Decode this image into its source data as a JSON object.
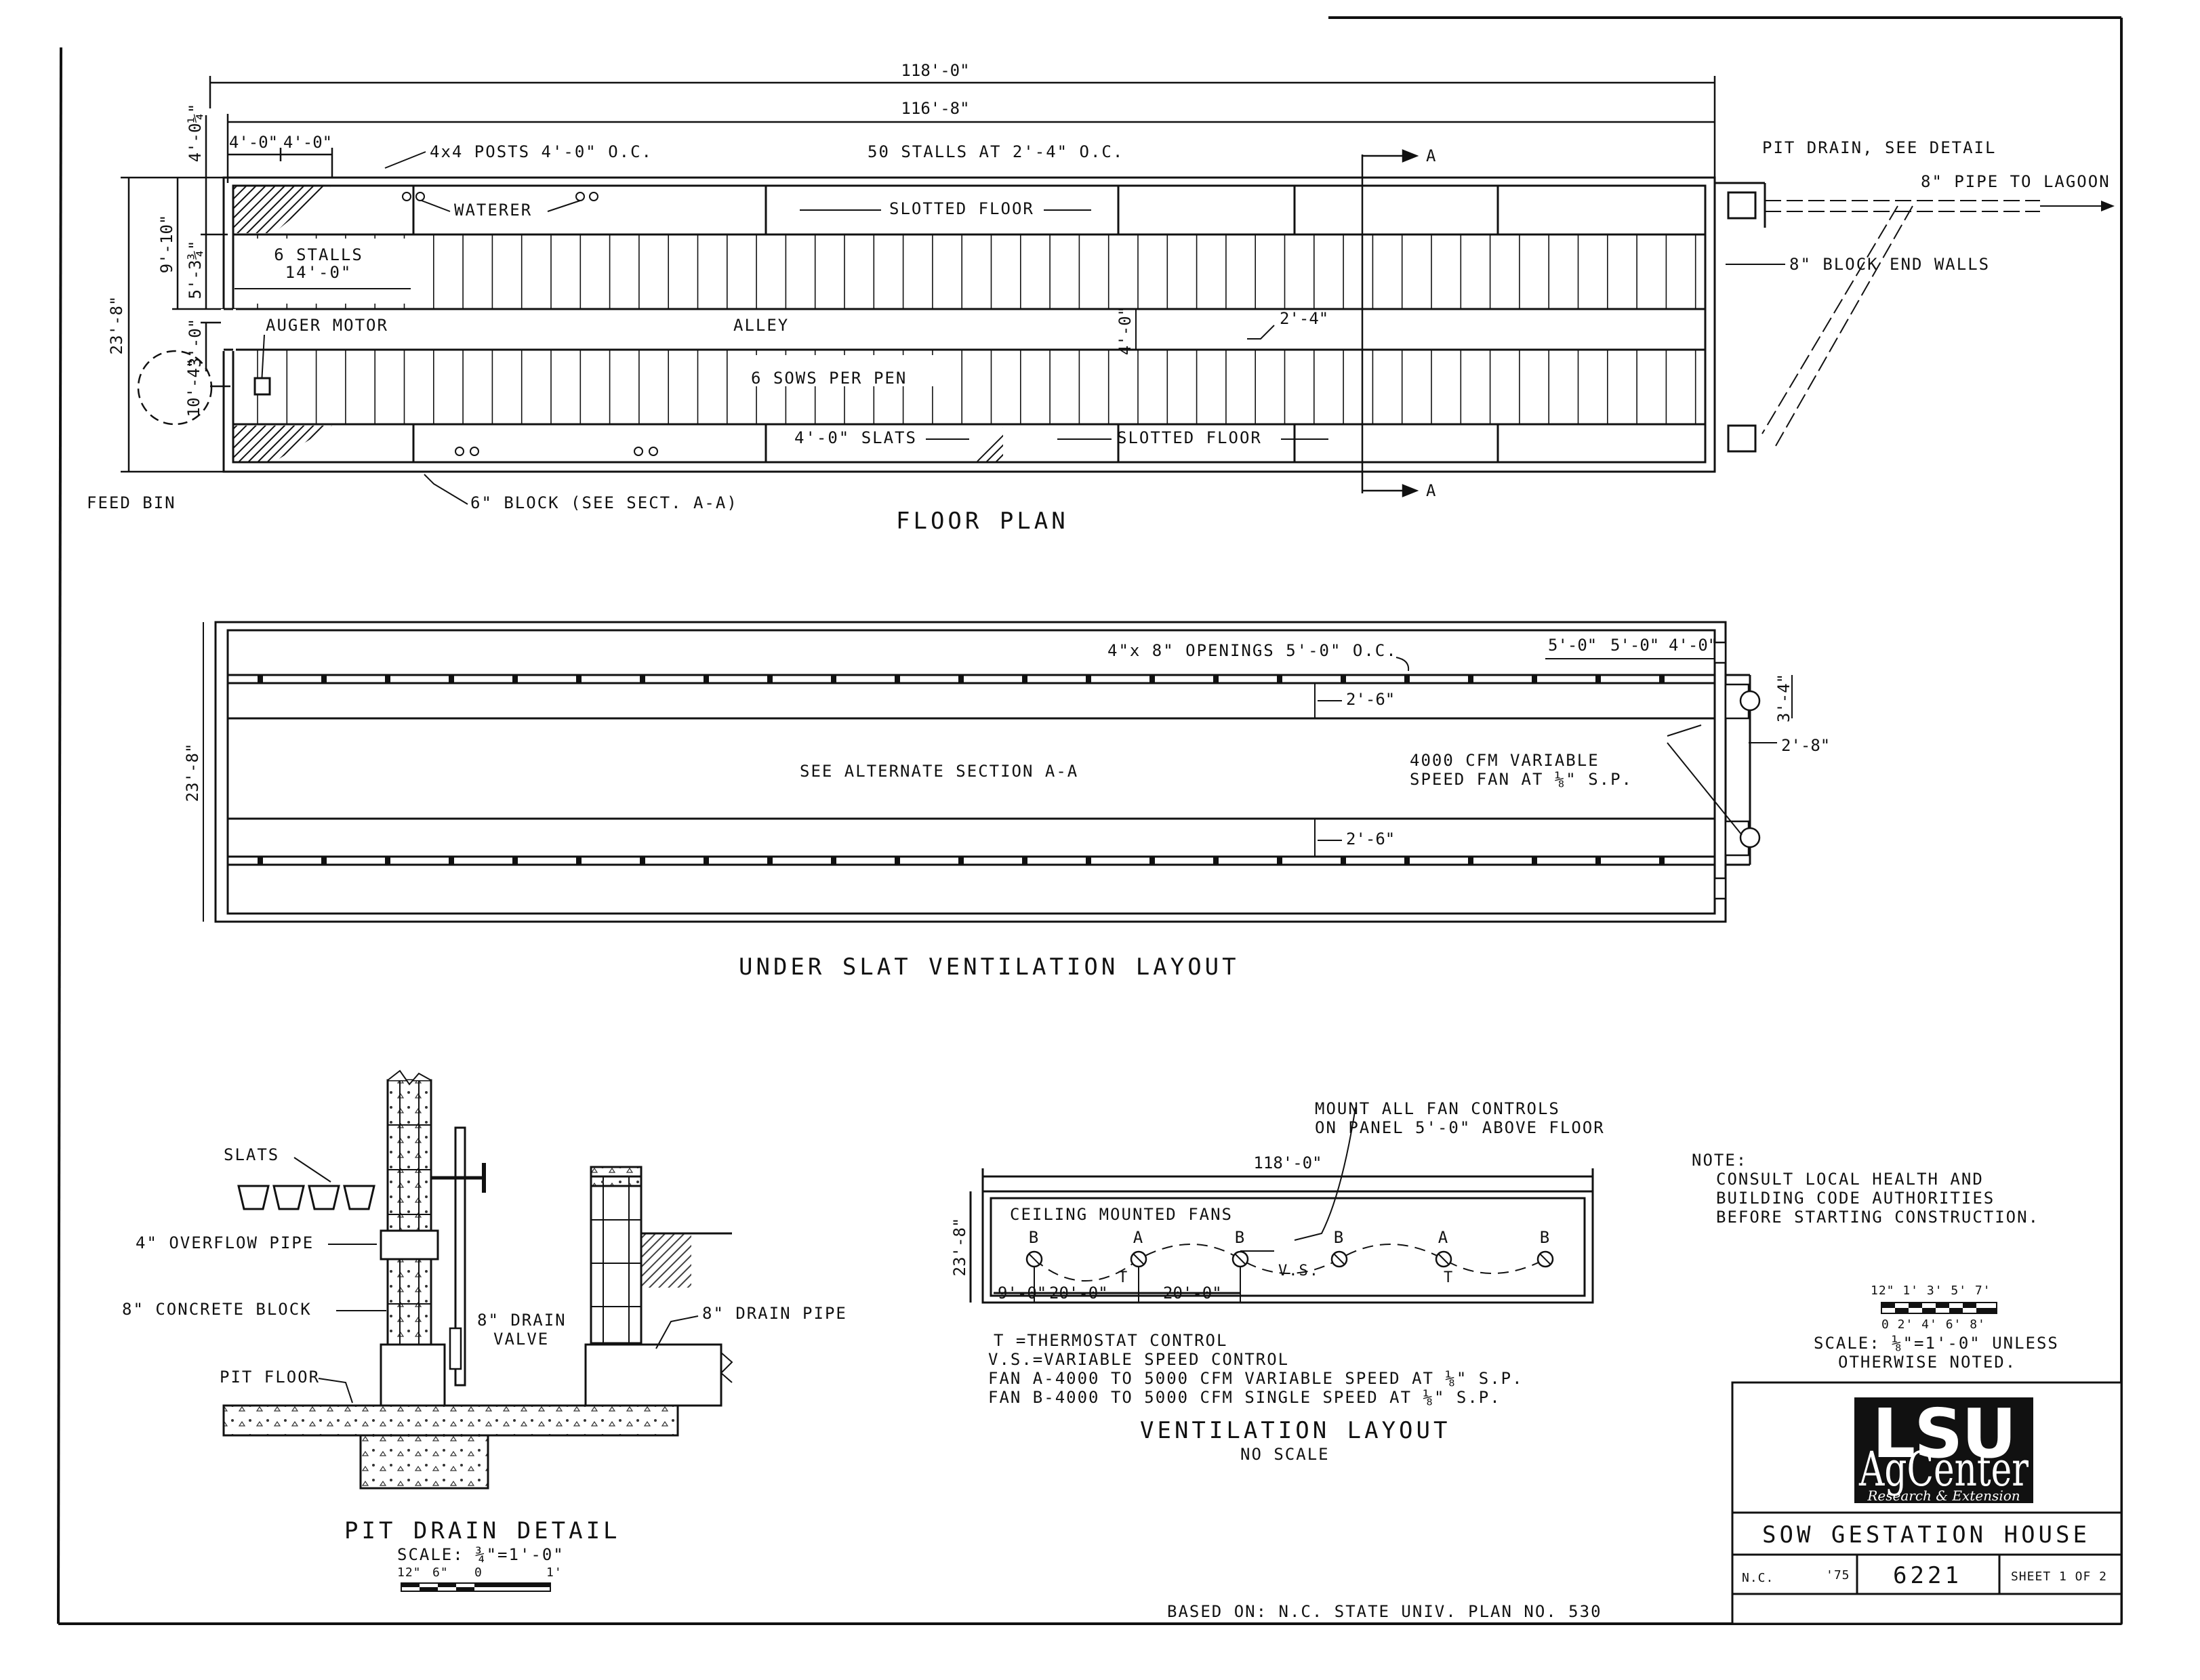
{
  "floor_plan": {
    "title": "FLOOR PLAN",
    "dim_overall": "118'-0\"",
    "dim_inner": "116'-8\"",
    "dim_4ft_a": "4'-0\"",
    "dim_4ft_b": "4'-0\"",
    "posts": "4x4 POSTS 4'-0\" O.C.",
    "stalls": "50 STALLS AT 2'-4\" O.C.",
    "section_a_top": "A",
    "section_a_bottom": "A",
    "pit_drain": "PIT DRAIN, SEE DETAIL",
    "pipe_lagoon": "8\" PIPE TO LAGOON",
    "end_walls": "8\" BLOCK END WALLS",
    "waterer": "WATERER",
    "slotted_floor_top": "SLOTTED FLOOR",
    "six_stalls": "6 STALLS",
    "six_stalls_len": "14'-0\"",
    "dim_9_10": "9'-10\"",
    "dim_5_3": "5'-3¾\"",
    "dim_3_0": "3'-0\"",
    "dim_23_8": "23'-8\"",
    "dim_4_0_quarter": "4'-0¼\"",
    "auger_motor": "AUGER MOTOR",
    "alley": "ALLEY",
    "alley_width": "4'-0\"",
    "stall_width": "2'-4\"",
    "sows_per_pen": "6 SOWS PER PEN",
    "bin_dia": "10'-4\"",
    "slats": "4'-0\" SLATS",
    "slotted_floor_bottom": "SLOTTED FLOOR",
    "feed_bin": "FEED BIN",
    "block": "6\" BLOCK (SEE SECT. A-A)"
  },
  "under_slat": {
    "title": "UNDER SLAT VENTILATION LAYOUT",
    "openings": "4\"x 8\" OPENINGS 5'-0\" O.C.",
    "dim_5a": "5'-0\"",
    "dim_5b": "5'-0\"",
    "dim_4": "4'-0\"",
    "dim_2_6_top": "2'-6\"",
    "dim_2_6_bottom": "2'-6\"",
    "dim_3_4": "3'-4\"",
    "dim_2_8": "2'-8\"",
    "dim_23_8": "23'-8\"",
    "see_alt": "SEE ALTERNATE SECTION A-A",
    "fan_line1": "4000 CFM VARIABLE",
    "fan_line2": "SPEED FAN AT ⅛\" S.P."
  },
  "pit_drain": {
    "title": "PIT DRAIN DETAIL",
    "scale": "SCALE: ¾\"=1'-0\"",
    "scale_12": "12\"",
    "scale_6": "6\"",
    "scale_0": "0",
    "scale_1": "1'",
    "slats": "SLATS",
    "overflow": "4\" OVERFLOW PIPE",
    "block": "8\" CONCRETE BLOCK",
    "pit_floor": "PIT FLOOR",
    "drain_valve_1": "8\" DRAIN",
    "drain_valve_2": "VALVE",
    "drain_pipe": "8\" DRAIN PIPE"
  },
  "ventilation": {
    "title": "VENTILATION LAYOUT",
    "subtitle": "NO SCALE",
    "mount_1": "MOUNT ALL FAN CONTROLS",
    "mount_2": "ON PANEL 5'-0\" ABOVE FLOOR",
    "dim_118": "118'-0\"",
    "dim_23_8": "23'-8\"",
    "ceiling_fans": "CEILING MOUNTED FANS",
    "fans": [
      "B",
      "A",
      "B",
      "B",
      "A",
      "B"
    ],
    "t_1": "T",
    "t_2": "T",
    "vs": "V.S.",
    "dim_9": "9'-0\"",
    "dim_20a": "20'-0\"",
    "dim_20b": "20'-0\"",
    "legend": [
      "T =THERMOSTAT CONTROL",
      "V.S.=VARIABLE SPEED CONTROL",
      "FAN A-4000 TO 5000 CFM VARIABLE SPEED AT ⅛\" S.P.",
      "FAN B-4000 TO 5000 CFM SINGLE SPEED AT ⅛\" S.P."
    ]
  },
  "note": {
    "label": "NOTE:",
    "lines": [
      "CONSULT LOCAL HEALTH AND",
      "BUILDING CODE AUTHORITIES",
      "BEFORE STARTING CONSTRUCTION."
    ]
  },
  "scale": {
    "ticks_top": "12\"  1'  3'  5'  7'",
    "ticks_bottom": "0  2'  4'  6'  8'",
    "line1": "SCALE: ⅛\"=1'-0\" UNLESS",
    "line2": "OTHERWISE NOTED."
  },
  "title_block": {
    "logo_lsu": "LSU",
    "logo_ag": "AgCenter",
    "logo_sub": "Research & Extension",
    "title": "SOW GESTATION HOUSE",
    "nc": "N.C.",
    "year": "'75",
    "plan_no": "6221",
    "sheet": "SHEET 1 OF 2"
  },
  "based_on": "BASED ON: N.C. STATE UNIV. PLAN NO. 530"
}
